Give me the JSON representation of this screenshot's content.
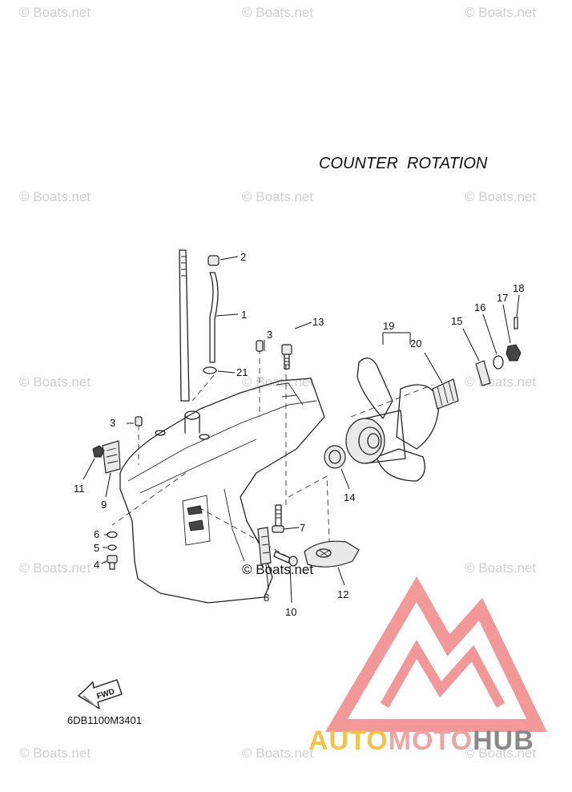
{
  "diagram": {
    "heading": "COUNTER  ROTATION",
    "diagram_code": "6DB1100M3401",
    "fwd_label": "FWD",
    "center_watermark": "© Boats.net",
    "watermark_text": "© Boats.net",
    "part_numbers": [
      "1",
      "2",
      "3",
      "3",
      "4",
      "5",
      "6",
      "7",
      "8",
      "9",
      "10",
      "11",
      "12",
      "13",
      "14",
      "15",
      "16",
      "17",
      "18",
      "19",
      "20",
      "21"
    ]
  },
  "logo": {
    "text_part1": "AUTO",
    "text_part2": "MOTO",
    "text_part3": "HUB",
    "colors": {
      "auto": "#f5c24a",
      "moto": "#f0a3a3",
      "hub": "#8a8a8a",
      "triangle": "#ef7f7f"
    }
  }
}
